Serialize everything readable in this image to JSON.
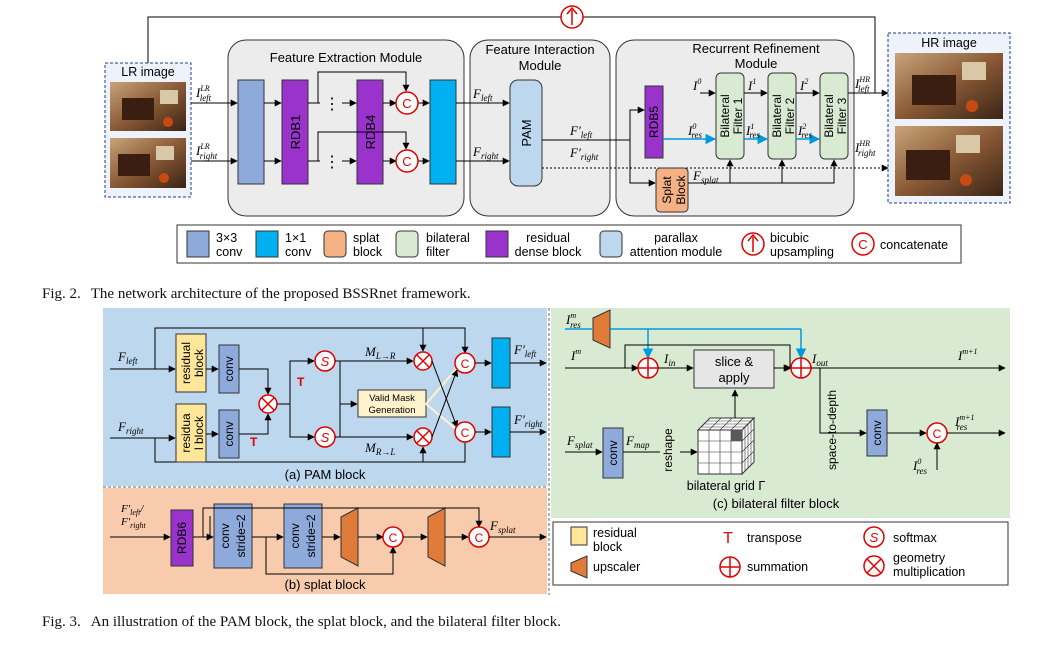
{
  "fig2": {
    "caption_num": "Fig. 2.",
    "caption_text": "The network architecture of the proposed BSSRnet framework.",
    "lr_image": "LR image",
    "hr_image": "HR image",
    "fe_module": "Feature Extraction Module",
    "fi_module_l1": "Feature Interaction",
    "fi_module_l2": "Module",
    "rr_module_l1": "Recurrent Refinement",
    "rr_module_l2": "Module",
    "rdb1": "RDB1",
    "rdb4": "RDB4",
    "rdb5": "RDB5",
    "pam": "PAM",
    "splat_l1": "Splat",
    "splat_l2": "Block",
    "bf1_l1": "Bilateral",
    "bf1_l2": "Filter 1",
    "bf2_l1": "Bilateral",
    "bf2_l2": "Filter 2",
    "bf3_l1": "Bilateral",
    "bf3_l2": "Filter 3",
    "concat_symbol": "C",
    "dots": "⋮",
    "vars": {
      "i_left_lr": "I",
      "i_left_lr_sup": "LR",
      "i_left_lr_sub": "left",
      "i_right_lr": "I",
      "i_right_lr_sup": "LR",
      "i_right_lr_sub": "right",
      "f_left": "F",
      "f_left_sub": "left",
      "f_right": "F",
      "f_right_sub": "right",
      "f_left_p": "F′",
      "f_left_p_sub": "left",
      "f_right_p": "F′",
      "f_right_p_sub": "right",
      "i0": "I",
      "i0_sup": "0",
      "i1": "I",
      "i1_sup": "1",
      "i2": "I",
      "i2_sup": "2",
      "ires0": "I",
      "ires0_sup": "0",
      "ires0_sub": "res",
      "ires1": "I",
      "ires1_sup": "1",
      "ires1_sub": "res",
      "ires2": "I",
      "ires2_sup": "2",
      "ires2_sub": "res",
      "f_splat": "F",
      "f_splat_sub": "splat",
      "i_left_hr": "I",
      "i_left_hr_sup": "HR",
      "i_left_hr_sub": "left",
      "i_right_hr": "I",
      "i_right_hr_sup": "HR",
      "i_right_hr_sub": "right"
    },
    "legend": [
      {
        "l1": "3×3",
        "l2": "conv",
        "color": "#8eaadb"
      },
      {
        "l1": "1×1",
        "l2": "conv",
        "color": "#00b0f0"
      },
      {
        "l1": "splat",
        "l2": "block",
        "color": "#f4b183"
      },
      {
        "l1": "bilateral",
        "l2": "filter",
        "color": "#d9ead3"
      },
      {
        "l1": "residual",
        "l2": "dense block",
        "color": "#9933cc"
      },
      {
        "l1": "parallax",
        "l2": "attention module",
        "color": "#bdd7ee"
      },
      {
        "l1": "bicubic",
        "l2": "upsampling",
        "color": "#e00000"
      },
      {
        "l1": "concatenate",
        "l2": "",
        "color": "#e00000"
      }
    ]
  },
  "fig3": {
    "caption_num": "Fig. 3.",
    "caption_text": "An illustration of the PAM block, the splat block, and the bilateral filter block.",
    "pam": {
      "title": "(a) PAM block",
      "residual_block_l1": "residual",
      "residual_block_l2": "block",
      "residual_block2_l1": "residua",
      "residual_block2_l2": "l block",
      "conv": "conv",
      "valid_mask_l1": "Valid Mask",
      "valid_mask_l2": "Generation",
      "transpose_mark": "T",
      "softmax_mark": "S",
      "m_lr": "M",
      "m_lr_sub": "L→R",
      "m_rl": "M",
      "m_rl_sub": "R→L",
      "f_left": "F",
      "f_left_sub": "left",
      "f_right": "F",
      "f_right_sub": "right",
      "f_left_p": "F′",
      "f_left_p_sub": "left",
      "f_right_p": "F′",
      "f_right_p_sub": "right",
      "bg": "#bdd7ee"
    },
    "splat": {
      "title": "(b) splat block",
      "input_l1": "F′",
      "input_l1_sub": "left",
      "input_slash": "/",
      "input_l2": "F′",
      "input_l2_sub": "right",
      "rdb6": "RDB6",
      "conv_stride1_l1": "conv",
      "conv_stride1_l2": "stride=2",
      "conv_stride2_l1": "conv",
      "conv_stride2_l2": "stride=2",
      "f_splat": "F",
      "f_splat_sub": "splat",
      "bg": "#f8cbad"
    },
    "bilateral": {
      "title": "(c) bilateral filter block",
      "ires_m": "I",
      "ires_m_sup": "m",
      "ires_m_sub": "res",
      "i_m": "I",
      "i_m_sup": "m",
      "i_in": "I",
      "i_in_sub": "in",
      "slice_l1": "slice &",
      "slice_l2": "apply",
      "i_out": "I",
      "i_out_sub": "out",
      "i_m1": "I",
      "i_m1_sup": "m+1",
      "space_to_depth": "space-to-depth",
      "conv": "conv",
      "ires_m1": "I",
      "ires_m1_sup": "m+1",
      "ires_m1_sub": "res",
      "ires_0": "I",
      "ires_0_sup": "0",
      "ires_0_sub": "res",
      "f_splat": "F",
      "f_splat_sub": "splat",
      "f_map": "F",
      "f_map_sub": "map",
      "reshape": "reshape",
      "grid": "bilateral grid Γ",
      "bg": "#d9ead3"
    },
    "legend": [
      {
        "l1": "residual",
        "l2": "block",
        "symbol": "residual-block"
      },
      {
        "l1": "transpose",
        "l2": "",
        "symbol": "T"
      },
      {
        "l1": "softmax",
        "l2": "",
        "symbol": "S"
      },
      {
        "l1": "upscaler",
        "l2": "",
        "symbol": "upscaler"
      },
      {
        "l1": "summation",
        "l2": "",
        "symbol": "sum"
      },
      {
        "l1": "geometry",
        "l2": "multiplication",
        "symbol": "mul"
      }
    ]
  }
}
